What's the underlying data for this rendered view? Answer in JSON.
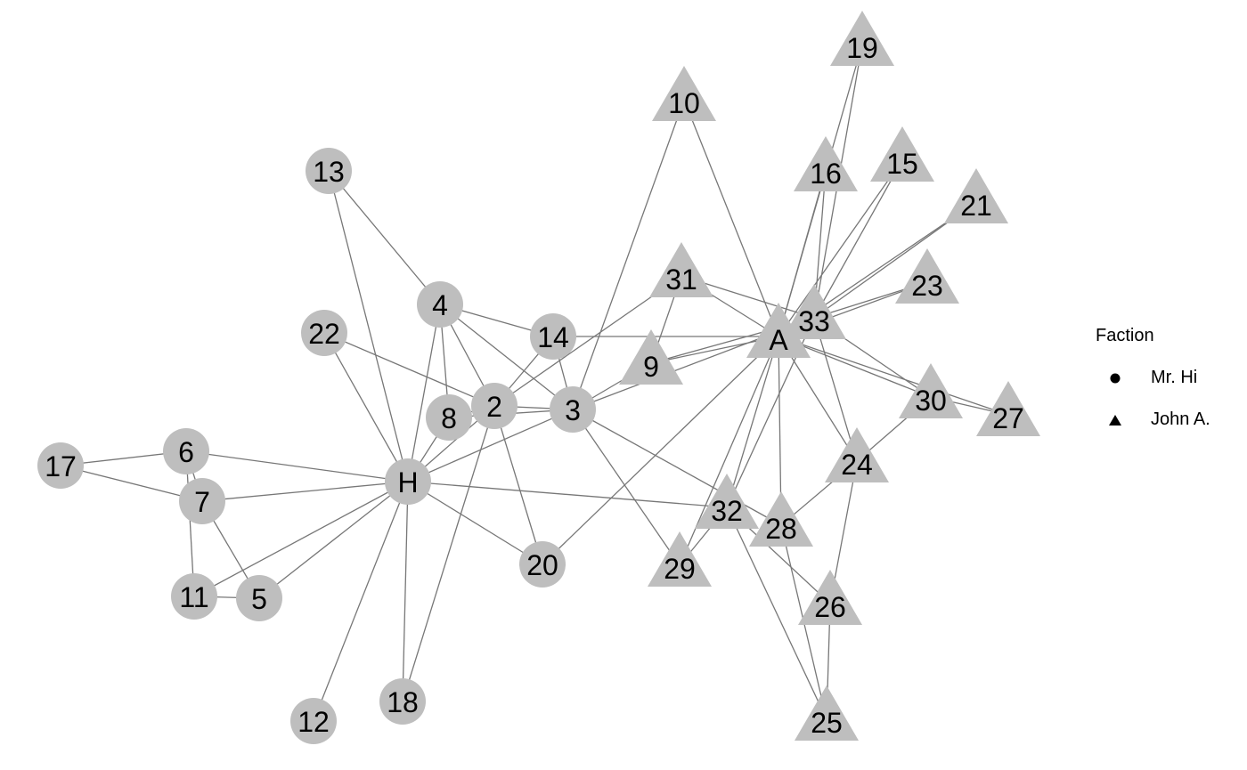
{
  "legend": {
    "title": "Faction",
    "items": [
      {
        "label": "Mr. Hi",
        "shape": "circle"
      },
      {
        "label": "John A.",
        "shape": "triangle"
      }
    ]
  },
  "colors": {
    "node": "#bebebe",
    "edge": "#777777",
    "label": "#000000"
  },
  "nodes": [
    {
      "id": "H",
      "faction": "Mr. Hi"
    },
    {
      "id": "2",
      "faction": "Mr. Hi"
    },
    {
      "id": "3",
      "faction": "Mr. Hi"
    },
    {
      "id": "4",
      "faction": "Mr. Hi"
    },
    {
      "id": "5",
      "faction": "Mr. Hi"
    },
    {
      "id": "6",
      "faction": "Mr. Hi"
    },
    {
      "id": "7",
      "faction": "Mr. Hi"
    },
    {
      "id": "8",
      "faction": "Mr. Hi"
    },
    {
      "id": "11",
      "faction": "Mr. Hi"
    },
    {
      "id": "12",
      "faction": "Mr. Hi"
    },
    {
      "id": "13",
      "faction": "Mr. Hi"
    },
    {
      "id": "14",
      "faction": "Mr. Hi"
    },
    {
      "id": "17",
      "faction": "Mr. Hi"
    },
    {
      "id": "18",
      "faction": "Mr. Hi"
    },
    {
      "id": "20",
      "faction": "Mr. Hi"
    },
    {
      "id": "22",
      "faction": "Mr. Hi"
    },
    {
      "id": "9",
      "faction": "John A."
    },
    {
      "id": "10",
      "faction": "John A."
    },
    {
      "id": "15",
      "faction": "John A."
    },
    {
      "id": "16",
      "faction": "John A."
    },
    {
      "id": "19",
      "faction": "John A."
    },
    {
      "id": "21",
      "faction": "John A."
    },
    {
      "id": "23",
      "faction": "John A."
    },
    {
      "id": "24",
      "faction": "John A."
    },
    {
      "id": "25",
      "faction": "John A."
    },
    {
      "id": "26",
      "faction": "John A."
    },
    {
      "id": "27",
      "faction": "John A."
    },
    {
      "id": "28",
      "faction": "John A."
    },
    {
      "id": "29",
      "faction": "John A."
    },
    {
      "id": "30",
      "faction": "John A."
    },
    {
      "id": "31",
      "faction": "John A."
    },
    {
      "id": "32",
      "faction": "John A."
    },
    {
      "id": "33",
      "faction": "John A."
    },
    {
      "id": "A",
      "faction": "John A."
    }
  ],
  "edges": [
    [
      "H",
      "2"
    ],
    [
      "H",
      "3"
    ],
    [
      "H",
      "4"
    ],
    [
      "H",
      "5"
    ],
    [
      "H",
      "6"
    ],
    [
      "H",
      "7"
    ],
    [
      "H",
      "8"
    ],
    [
      "H",
      "11"
    ],
    [
      "H",
      "12"
    ],
    [
      "H",
      "13"
    ],
    [
      "H",
      "18"
    ],
    [
      "H",
      "20"
    ],
    [
      "H",
      "22"
    ],
    [
      "H",
      "32"
    ],
    [
      "2",
      "3"
    ],
    [
      "2",
      "4"
    ],
    [
      "2",
      "8"
    ],
    [
      "2",
      "14"
    ],
    [
      "2",
      "18"
    ],
    [
      "2",
      "20"
    ],
    [
      "2",
      "22"
    ],
    [
      "2",
      "31"
    ],
    [
      "3",
      "4"
    ],
    [
      "3",
      "8"
    ],
    [
      "3",
      "9"
    ],
    [
      "3",
      "10"
    ],
    [
      "3",
      "14"
    ],
    [
      "3",
      "28"
    ],
    [
      "3",
      "29"
    ],
    [
      "3",
      "33"
    ],
    [
      "4",
      "8"
    ],
    [
      "4",
      "13"
    ],
    [
      "4",
      "14"
    ],
    [
      "5",
      "7"
    ],
    [
      "5",
      "11"
    ],
    [
      "6",
      "7"
    ],
    [
      "6",
      "11"
    ],
    [
      "6",
      "17"
    ],
    [
      "7",
      "17"
    ],
    [
      "9",
      "31"
    ],
    [
      "9",
      "33"
    ],
    [
      "9",
      "A"
    ],
    [
      "10",
      "A"
    ],
    [
      "14",
      "A"
    ],
    [
      "15",
      "33"
    ],
    [
      "15",
      "A"
    ],
    [
      "16",
      "33"
    ],
    [
      "16",
      "A"
    ],
    [
      "19",
      "33"
    ],
    [
      "19",
      "A"
    ],
    [
      "20",
      "A"
    ],
    [
      "21",
      "33"
    ],
    [
      "21",
      "A"
    ],
    [
      "23",
      "33"
    ],
    [
      "23",
      "A"
    ],
    [
      "24",
      "26"
    ],
    [
      "24",
      "28"
    ],
    [
      "24",
      "30"
    ],
    [
      "24",
      "33"
    ],
    [
      "24",
      "A"
    ],
    [
      "25",
      "26"
    ],
    [
      "25",
      "28"
    ],
    [
      "25",
      "32"
    ],
    [
      "26",
      "32"
    ],
    [
      "27",
      "30"
    ],
    [
      "27",
      "A"
    ],
    [
      "28",
      "A"
    ],
    [
      "29",
      "32"
    ],
    [
      "29",
      "A"
    ],
    [
      "30",
      "33"
    ],
    [
      "30",
      "A"
    ],
    [
      "31",
      "33"
    ],
    [
      "31",
      "A"
    ],
    [
      "32",
      "33"
    ],
    [
      "32",
      "A"
    ],
    [
      "33",
      "A"
    ]
  ]
}
